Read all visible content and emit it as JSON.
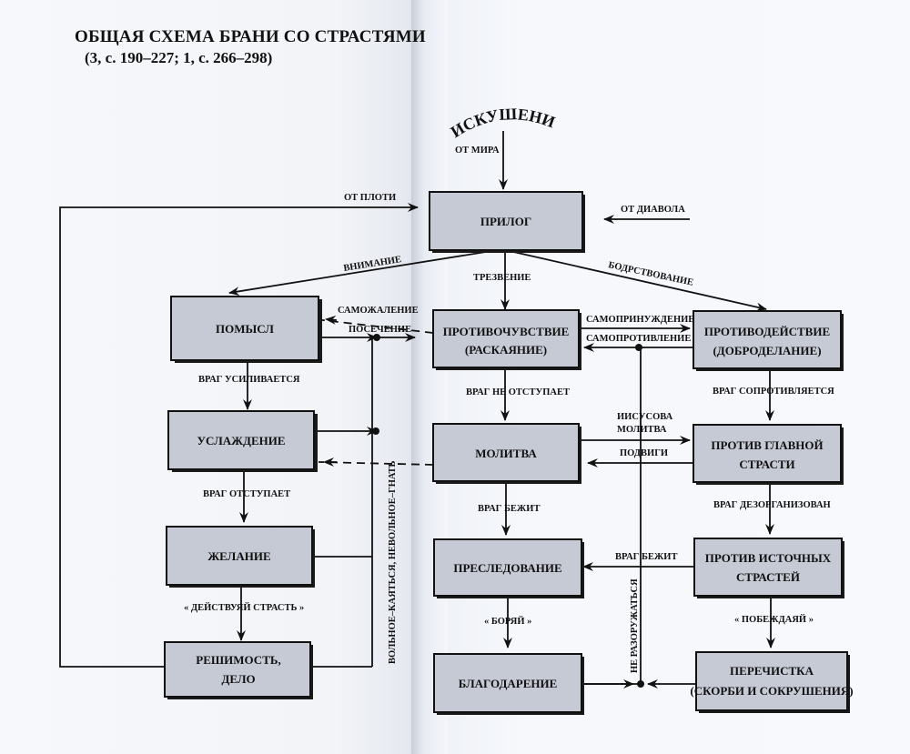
{
  "header": {
    "title": "ОБЩАЯ СХЕМА БРАНИ СО СТРАСТЯМИ",
    "subtitle": "(3, с. 190–227; 1, с. 266–298)"
  },
  "colors": {
    "box_fill": "#c6cad5",
    "ink": "#111111",
    "paper": "#f6f8fc"
  },
  "nodes": {
    "temptations": "ИСКУШЕНИЯ",
    "prilog": "ПРИЛОГ",
    "pomysl": "ПОМЫСЛ",
    "uslazhdenie": "УСЛАЖДЕНИЕ",
    "zhelanie": "ЖЕЛАНИЕ",
    "reshimost_1": "РЕШИМОСТЬ,",
    "reshimost_2": "ДЕЛО",
    "protivochuvstvie_1": "ПРОТИВОЧУВСТВИЕ",
    "protivochuvstvie_2": "(РАСКАЯНИЕ)",
    "molitva": "МОЛИТВА",
    "presledovanie": "ПРЕСЛЕДОВАНИЕ",
    "blagodarenie": "БЛАГОДАРЕНИЕ",
    "protivodeystvie_1": "ПРОТИВОДЕЙСТВИЕ",
    "protivodeystvie_2": "(ДОБРОДЕЛАНИЕ)",
    "glavnaya_1": "ПРОТИВ ГЛАВНОЙ",
    "glavnaya_2": "СТРАСТИ",
    "istochnye_1": "ПРОТИВ ИСТОЧНЫХ",
    "istochnye_2": "СТРАСТЕЙ",
    "perechistka_1": "ПЕРЕЧИСТКА",
    "perechistka_2": "(СКОРБИ И СОКРУШЕНИЯ)"
  },
  "edges": {
    "ot_mira": "ОТ МИРА",
    "ot_diavola": "ОТ ДИАВОЛА",
    "ot_ploti": "ОТ ПЛОТИ",
    "vnimanie": "ВНИМАНИЕ",
    "trezvenie": "ТРЕЗВЕНИЕ",
    "bodrstvovanie": "БОДРСТВОВАНИЕ",
    "samozhalenie": "САМОЖАЛЕНИЕ",
    "posechenie": "ПОСЕЧЕНИЕ",
    "vrag_usilivaetsya": "ВРАГ УСИЛИВАЕТСЯ",
    "vrag_otstupaet": "ВРАГ ОТСТУПАЕТ",
    "deystvuy_strast": "« ДЕЙСТВУЯЙ СТРАСТЬ »",
    "volnoe": "ВОЛЬНОЕ–КАЯТЬСЯ, НЕВОЛЬНОЕ–ГНАТЬ",
    "samoprinuzhdenie": "САМОПРИНУЖДЕНИЕ",
    "samoprotivlenie": "САМОПРОТИВЛЕНИЕ",
    "vrag_ne_otstupaet": "ВРАГ НЕ ОТСТУПАЕТ",
    "iisusova_1": "ИИСУСОВА",
    "iisusova_2": "МОЛИТВА",
    "podvigi": "ПОДВИГИ",
    "vrag_bezhit": "ВРАГ БЕЖИТ",
    "vrag_bezhit_2": "ВРАГ  БЕЖИТ",
    "boryay": "« БОРЯЙ »",
    "ne_razoruzhatsya": "НЕ РАЗОРУЖАТЬСЯ",
    "vrag_soprotivlyaetsya": "ВРАГ СОПРОТИВЛЯЕТСЯ",
    "vrag_dezorganizovan": "ВРАГ  ДЕЗОРГАНИЗОВАН",
    "pobezhdayay": "« ПОБЕЖДАЯЙ »"
  }
}
